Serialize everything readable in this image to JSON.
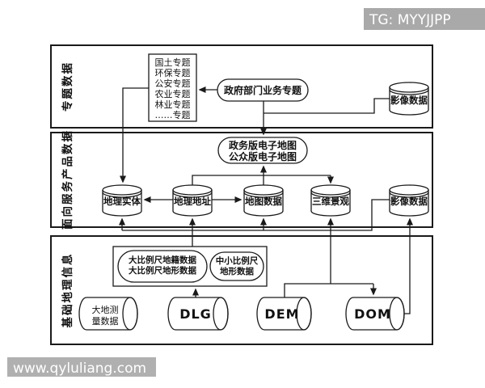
{
  "watermarks": {
    "top_right": "TG: MYYJJPP",
    "bottom_left": "www.qyluliang.com"
  },
  "colors": {
    "line": "#1a1a1a",
    "watermark_top_bg": "#a9a9a9",
    "watermark_bottom_bg": "#b0b0b0",
    "watermark_text": "#ffffff"
  },
  "sections": {
    "thematic": {
      "label": "专题数据",
      "topic_list": {
        "lines": [
          "国土专题",
          "环保专题",
          "公安专题",
          "农业专题",
          "林业专题",
          "……专题"
        ]
      },
      "gov_business": "政府部门业务专题",
      "image_data": "影像数据"
    },
    "service": {
      "label": "面向服务产品数据",
      "emap": {
        "lines": [
          "政务版电子地图",
          "公众版电子地图"
        ]
      },
      "cylinders": [
        "地理实体",
        "地理地址",
        "地图数据",
        "三维景观",
        "影像数据"
      ]
    },
    "base": {
      "label": "基础地理信息",
      "large_scale": {
        "lines": [
          "大比例尺地籍数据",
          "大比例尺地形数据"
        ]
      },
      "mid_small_scale": {
        "lines": [
          "中小比例尺",
          "地形数据"
        ]
      },
      "geodetic": {
        "lines": [
          "大地测",
          "量数据"
        ]
      },
      "dlg": "DLG",
      "dem": "DEM",
      "dom": "DOM"
    }
  }
}
